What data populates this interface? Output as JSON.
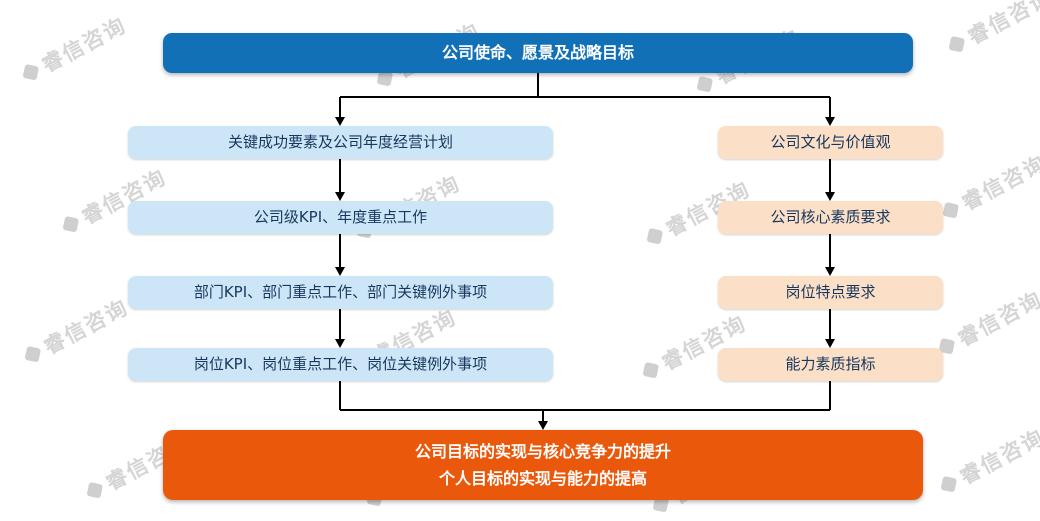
{
  "watermark": {
    "text": "睿信咨询"
  },
  "colors": {
    "top_box_bg": "#1271B6",
    "left_box_bg": "#CDE6F7",
    "right_box_bg": "#FBDFC7",
    "bottom_box_bg": "#EA580C",
    "box_text": "#17375D",
    "white_text": "#FFFFFF",
    "arrow": "#000000",
    "watermark_gray": "#9C9C9C"
  },
  "top_box": {
    "label": "公司使命、愿景及战略目标"
  },
  "left_column": {
    "items": [
      "关键成功要素及公司年度经营计划",
      "公司级KPI、年度重点工作",
      "部门KPI、部门重点工作、部门关键例外事项",
      "岗位KPI、岗位重点工作、岗位关键例外事项"
    ]
  },
  "right_column": {
    "items": [
      "公司文化与价值观",
      "公司核心素质要求",
      "岗位特点要求",
      "能力素质指标"
    ]
  },
  "bottom_box": {
    "lines": [
      "公司目标的实现与核心竞争力的提升",
      "个人目标的实现与能力的提高"
    ]
  }
}
